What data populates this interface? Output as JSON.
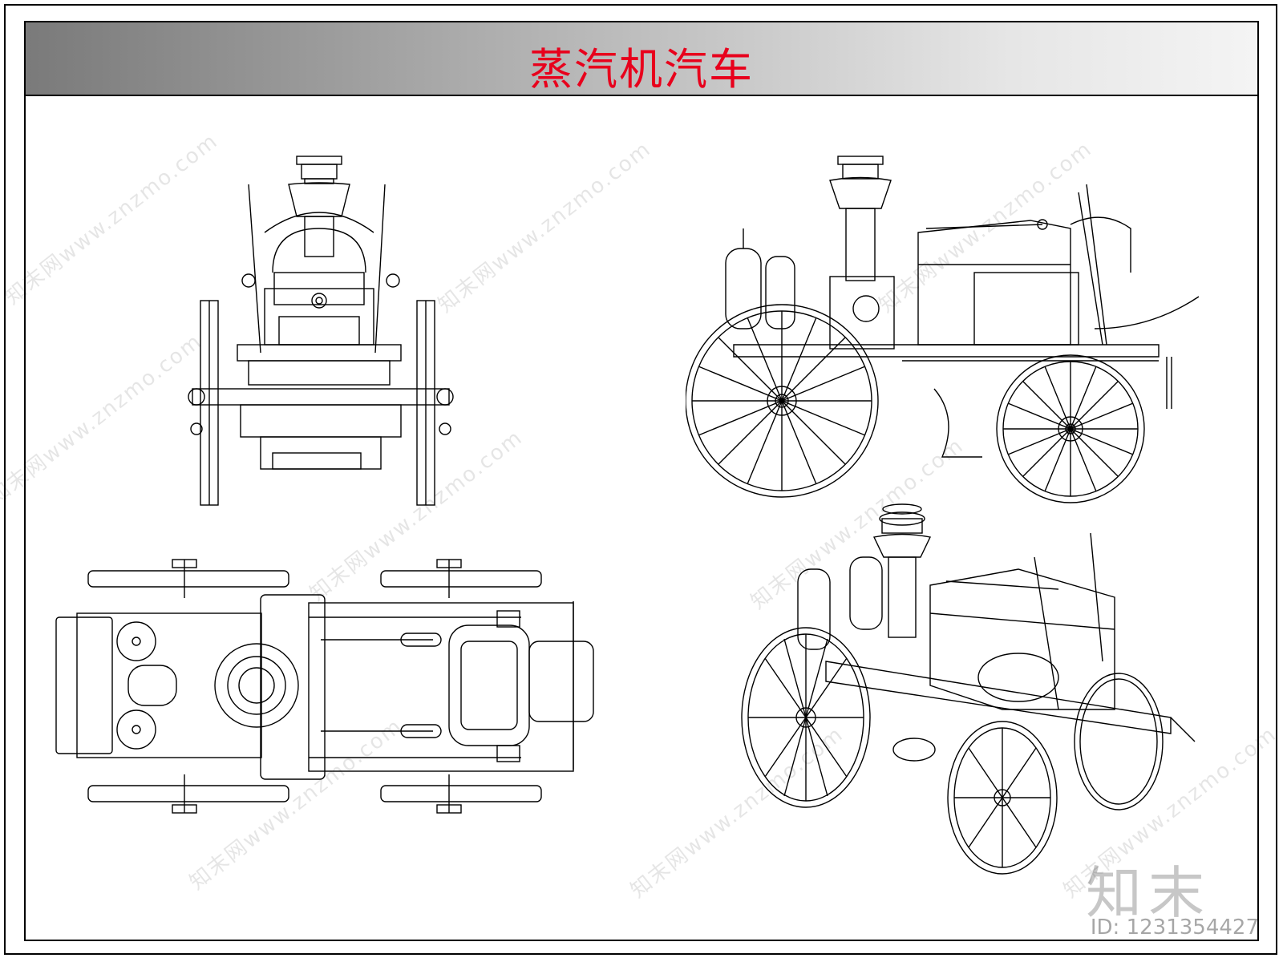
{
  "title": "蒸汽机汽车",
  "watermark_text": "知末网www.znzmo.com",
  "brand_logo": "知末",
  "id_label": "ID: 1231354427",
  "views": [
    {
      "name": "front-view-drawing"
    },
    {
      "name": "side-view-drawing"
    },
    {
      "name": "top-view-drawing"
    },
    {
      "name": "perspective-view-drawing"
    }
  ],
  "colors": {
    "title": "#e8001c",
    "title_bar_dark": "#7a7a7a",
    "title_bar_light": "#f4f4f4"
  }
}
